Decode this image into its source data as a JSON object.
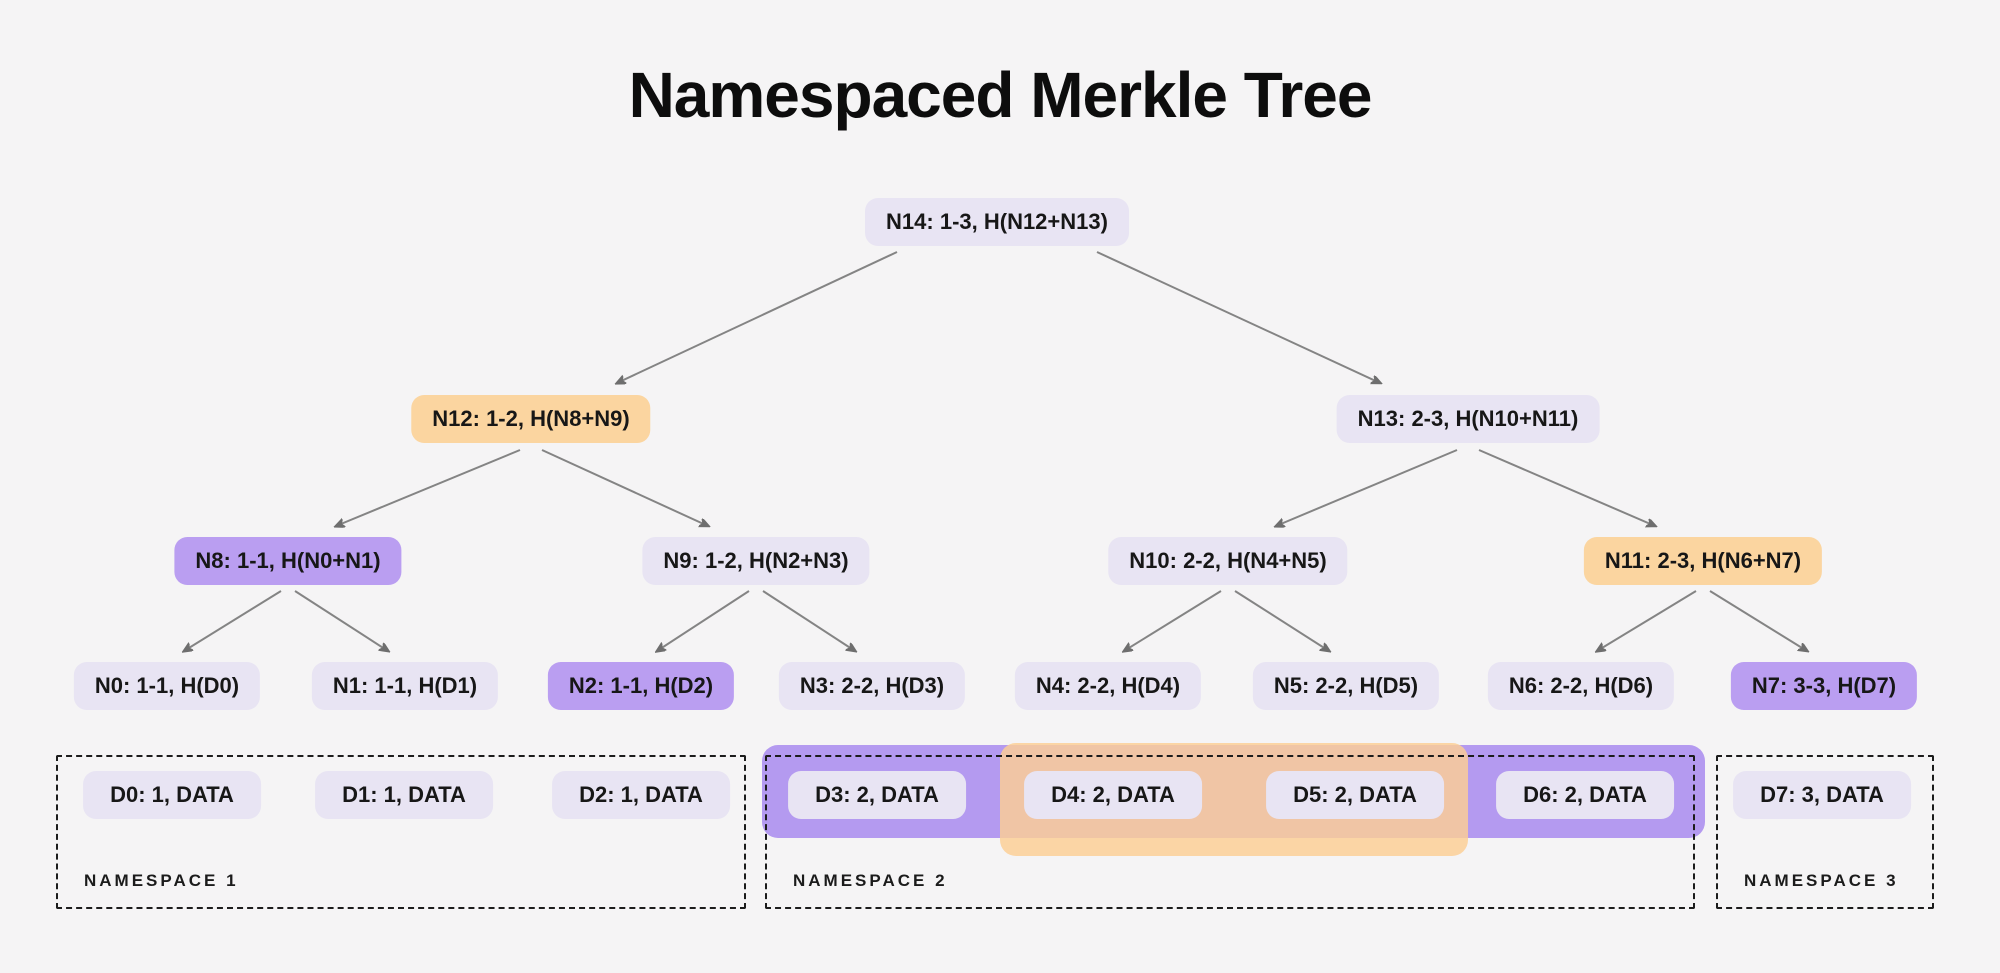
{
  "title": "Namespaced Merkle Tree",
  "colors": {
    "background": "#f5f4f5",
    "node_default": "#e8e4f3",
    "node_highlight_purple": "#ba9ef1",
    "node_highlight_orange": "#fbd5a0",
    "band_purple": "#b49af0",
    "band_orange": "#fcce94",
    "arrow": "#818181",
    "text": "#171717"
  },
  "tree": {
    "nodes": [
      {
        "id": "N14",
        "label": "N14: 1-3, H(N12+N13)",
        "variant": "default"
      },
      {
        "id": "N12",
        "label": "N12: 1-2, H(N8+N9)",
        "variant": "orange"
      },
      {
        "id": "N13",
        "label": "N13: 2-3, H(N10+N11)",
        "variant": "default"
      },
      {
        "id": "N8",
        "label": "N8: 1-1, H(N0+N1)",
        "variant": "purple"
      },
      {
        "id": "N9",
        "label": "N9: 1-2, H(N2+N3)",
        "variant": "default"
      },
      {
        "id": "N10",
        "label": "N10: 2-2, H(N4+N5)",
        "variant": "default"
      },
      {
        "id": "N11",
        "label": "N11: 2-3, H(N6+N7)",
        "variant": "orange"
      },
      {
        "id": "N0",
        "label": "N0: 1-1, H(D0)",
        "variant": "default"
      },
      {
        "id": "N1",
        "label": "N1: 1-1, H(D1)",
        "variant": "default"
      },
      {
        "id": "N2",
        "label": "N2: 1-1, H(D2)",
        "variant": "purple"
      },
      {
        "id": "N3",
        "label": "N3: 2-2, H(D3)",
        "variant": "default"
      },
      {
        "id": "N4",
        "label": "N4: 2-2, H(D4)",
        "variant": "default"
      },
      {
        "id": "N5",
        "label": "N5: 2-2, H(D5)",
        "variant": "default"
      },
      {
        "id": "N6",
        "label": "N6: 2-2, H(D6)",
        "variant": "default"
      },
      {
        "id": "N7",
        "label": "N7: 3-3, H(D7)",
        "variant": "purple"
      }
    ]
  },
  "data_row": {
    "leaves": [
      {
        "id": "D0",
        "label": "D0: 1, DATA",
        "variant": "default"
      },
      {
        "id": "D1",
        "label": "D1: 1, DATA",
        "variant": "default"
      },
      {
        "id": "D2",
        "label": "D2: 1, DATA",
        "variant": "default"
      },
      {
        "id": "D3",
        "label": "D3: 2, DATA",
        "variant": "default"
      },
      {
        "id": "D4",
        "label": "D4: 2, DATA",
        "variant": "default"
      },
      {
        "id": "D5",
        "label": "D5: 2, DATA",
        "variant": "default"
      },
      {
        "id": "D6",
        "label": "D6: 2, DATA",
        "variant": "default"
      },
      {
        "id": "D7",
        "label": "D7: 3, DATA",
        "variant": "default"
      }
    ]
  },
  "namespaces": [
    {
      "label": "NAMESPACE 1"
    },
    {
      "label": "NAMESPACE 2"
    },
    {
      "label": "NAMESPACE 3"
    }
  ]
}
